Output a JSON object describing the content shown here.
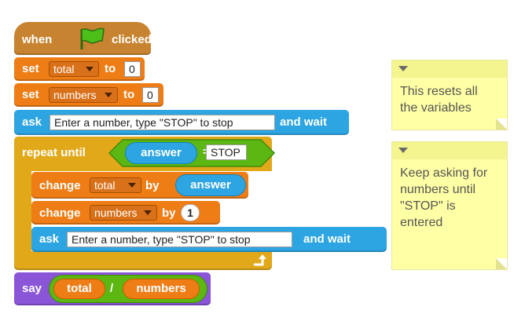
{
  "script": {
    "hat": {
      "when": "when",
      "clicked": "clicked"
    },
    "set_total": {
      "set": "set",
      "variable": "total",
      "to": "to",
      "value": "0"
    },
    "set_numbers": {
      "set": "set",
      "variable": "numbers",
      "to": "to",
      "value": "0"
    },
    "ask_1": {
      "ask": "ask",
      "prompt": "Enter a number, type \"STOP\" to stop",
      "and_wait": "and wait"
    },
    "repeat": {
      "repeat_until": "repeat until",
      "condition": {
        "reporter": "answer",
        "operator": "=",
        "value": "STOP"
      },
      "change_total": {
        "change": "change",
        "variable": "total",
        "by": "by",
        "reporter": "answer"
      },
      "change_numbers": {
        "change": "change",
        "variable": "numbers",
        "by": "by",
        "value": "1"
      },
      "ask_2": {
        "ask": "ask",
        "prompt": "Enter a number, type \"STOP\" to stop",
        "and_wait": "and wait"
      }
    },
    "say": {
      "say": "say",
      "left": "total",
      "operator": "/",
      "right": "numbers"
    }
  },
  "comments": [
    {
      "text": "This resets all\nthe variables"
    },
    {
      "text": "Keep asking for\nnumbers until\n\"STOP\" is\nentered"
    }
  ],
  "colors": {
    "events": "#c88330",
    "data": "#ee7d16",
    "sensing": "#2ca5e2",
    "control": "#e1a91a",
    "operators": "#5cb712",
    "looks": "#8a55d7",
    "comment": "#ffffa5"
  }
}
